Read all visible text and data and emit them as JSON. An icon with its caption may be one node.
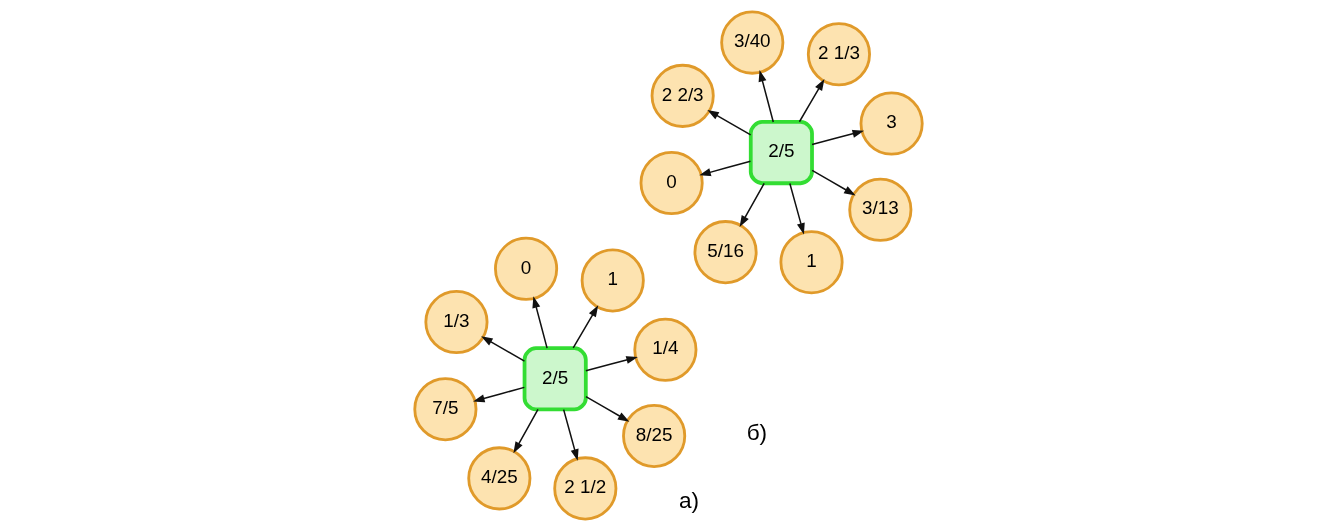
{
  "diagram": {
    "nodes": [
      {
        "text": [
          "2/5"
        ]
      },
      {
        "text": [
          "1/4"
        ]
      },
      {
        "text": [
          "4/25"
        ]
      },
      {
        "text": [
          "1/3"
        ]
      },
      {
        "text": [
          "1"
        ]
      },
      {
        "text": [
          "0"
        ]
      },
      {
        "text": [
          "7/5"
        ]
      },
      {
        "text": [
          "8/25"
        ]
      },
      {
        "text": [
          "2 1/2"
        ]
      },
      {
        "text": [
          "2/5"
        ]
      },
      {
        "text": [
          "3"
        ]
      },
      {
        "text": [
          "5/16"
        ]
      },
      {
        "text": [
          "2 2/3"
        ]
      },
      {
        "text": [
          "2 1/3"
        ]
      },
      {
        "text": [
          "3/40"
        ]
      },
      {
        "text": [
          "0"
        ]
      },
      {
        "text": [
          "3/13"
        ]
      },
      {
        "text": [
          "1"
        ]
      }
    ],
    "edges": [
      {
        "from": 0,
        "to": 1,
        "arrow": "to"
      },
      {
        "from": 0,
        "to": 2,
        "arrow": "to"
      },
      {
        "from": 0,
        "to": 3,
        "arrow": "to"
      },
      {
        "from": 0,
        "to": 4,
        "arrow": "to"
      },
      {
        "from": 0,
        "to": 5,
        "arrow": "to"
      },
      {
        "from": 0,
        "to": 6,
        "arrow": "to"
      },
      {
        "from": 0,
        "to": 7,
        "arrow": "to"
      },
      {
        "from": 0,
        "to": 8,
        "arrow": "to"
      },
      {
        "from": 9,
        "to": 10,
        "arrow": "to"
      },
      {
        "from": 9,
        "to": 11,
        "arrow": "to"
      },
      {
        "from": 9,
        "to": 12,
        "arrow": "to"
      },
      {
        "from": 9,
        "to": 13,
        "arrow": "to"
      },
      {
        "from": 9,
        "to": 14,
        "arrow": "to"
      },
      {
        "from": 9,
        "to": 15,
        "arrow": "to"
      },
      {
        "from": 9,
        "to": 16,
        "arrow": "to"
      },
      {
        "from": 9,
        "to": 17,
        "arrow": "to"
      }
    ],
    "labels": [
      "а)",
      "б)"
    ]
  }
}
